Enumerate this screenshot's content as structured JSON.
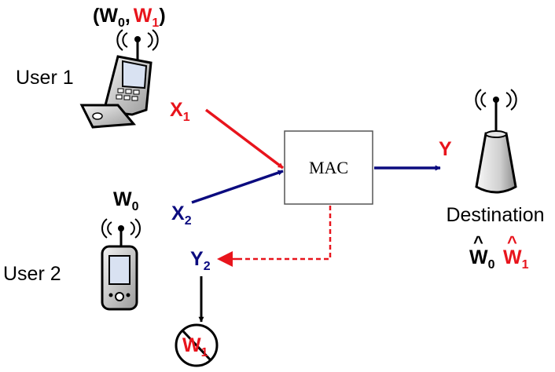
{
  "colors": {
    "red": "#e8141c",
    "navy": "#0b0b7f",
    "black": "#000000",
    "box_border": "#555555",
    "device_gray": "#d8d8d8"
  },
  "user1": {
    "label": "User 1",
    "messages": {
      "open": "(",
      "w0": "W",
      "w0_sub": "0",
      "comma": ",",
      "w1": "W",
      "w1_sub": "1",
      "close": ")"
    },
    "icon": "flip-phone-icon"
  },
  "user2": {
    "label": "User 2",
    "message": {
      "w": "W",
      "sub": "0"
    },
    "icon": "pda-phone-icon"
  },
  "signals": {
    "x1": {
      "main": "X",
      "sub": "1"
    },
    "x2": {
      "main": "X",
      "sub": "2"
    },
    "y": {
      "main": "Y"
    },
    "y2": {
      "main": "Y",
      "sub": "2"
    }
  },
  "mac": {
    "label": "MAC"
  },
  "destination": {
    "label": "Destination",
    "icon": "base-station-icon",
    "estimates": {
      "w0": {
        "main": "W",
        "sub": "0",
        "hat": "^"
      },
      "w1": {
        "main": "W",
        "sub": "1",
        "hat": "^"
      }
    }
  },
  "blocked": {
    "main": "W",
    "sub": "1",
    "icon": "prohibited-icon"
  }
}
